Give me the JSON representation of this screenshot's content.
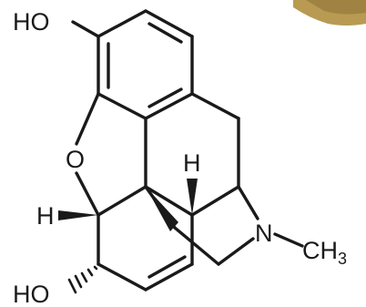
{
  "structure": {
    "labels": {
      "phenol_oh": "HO",
      "ring_oxygen": "O",
      "h_left": "H",
      "h_top": "H",
      "nitrogen": "N",
      "methyl": "CH",
      "methyl_sub": "3",
      "alcohol_oh": "HO"
    }
  },
  "photo_corner": {
    "color": "#b89a52"
  }
}
